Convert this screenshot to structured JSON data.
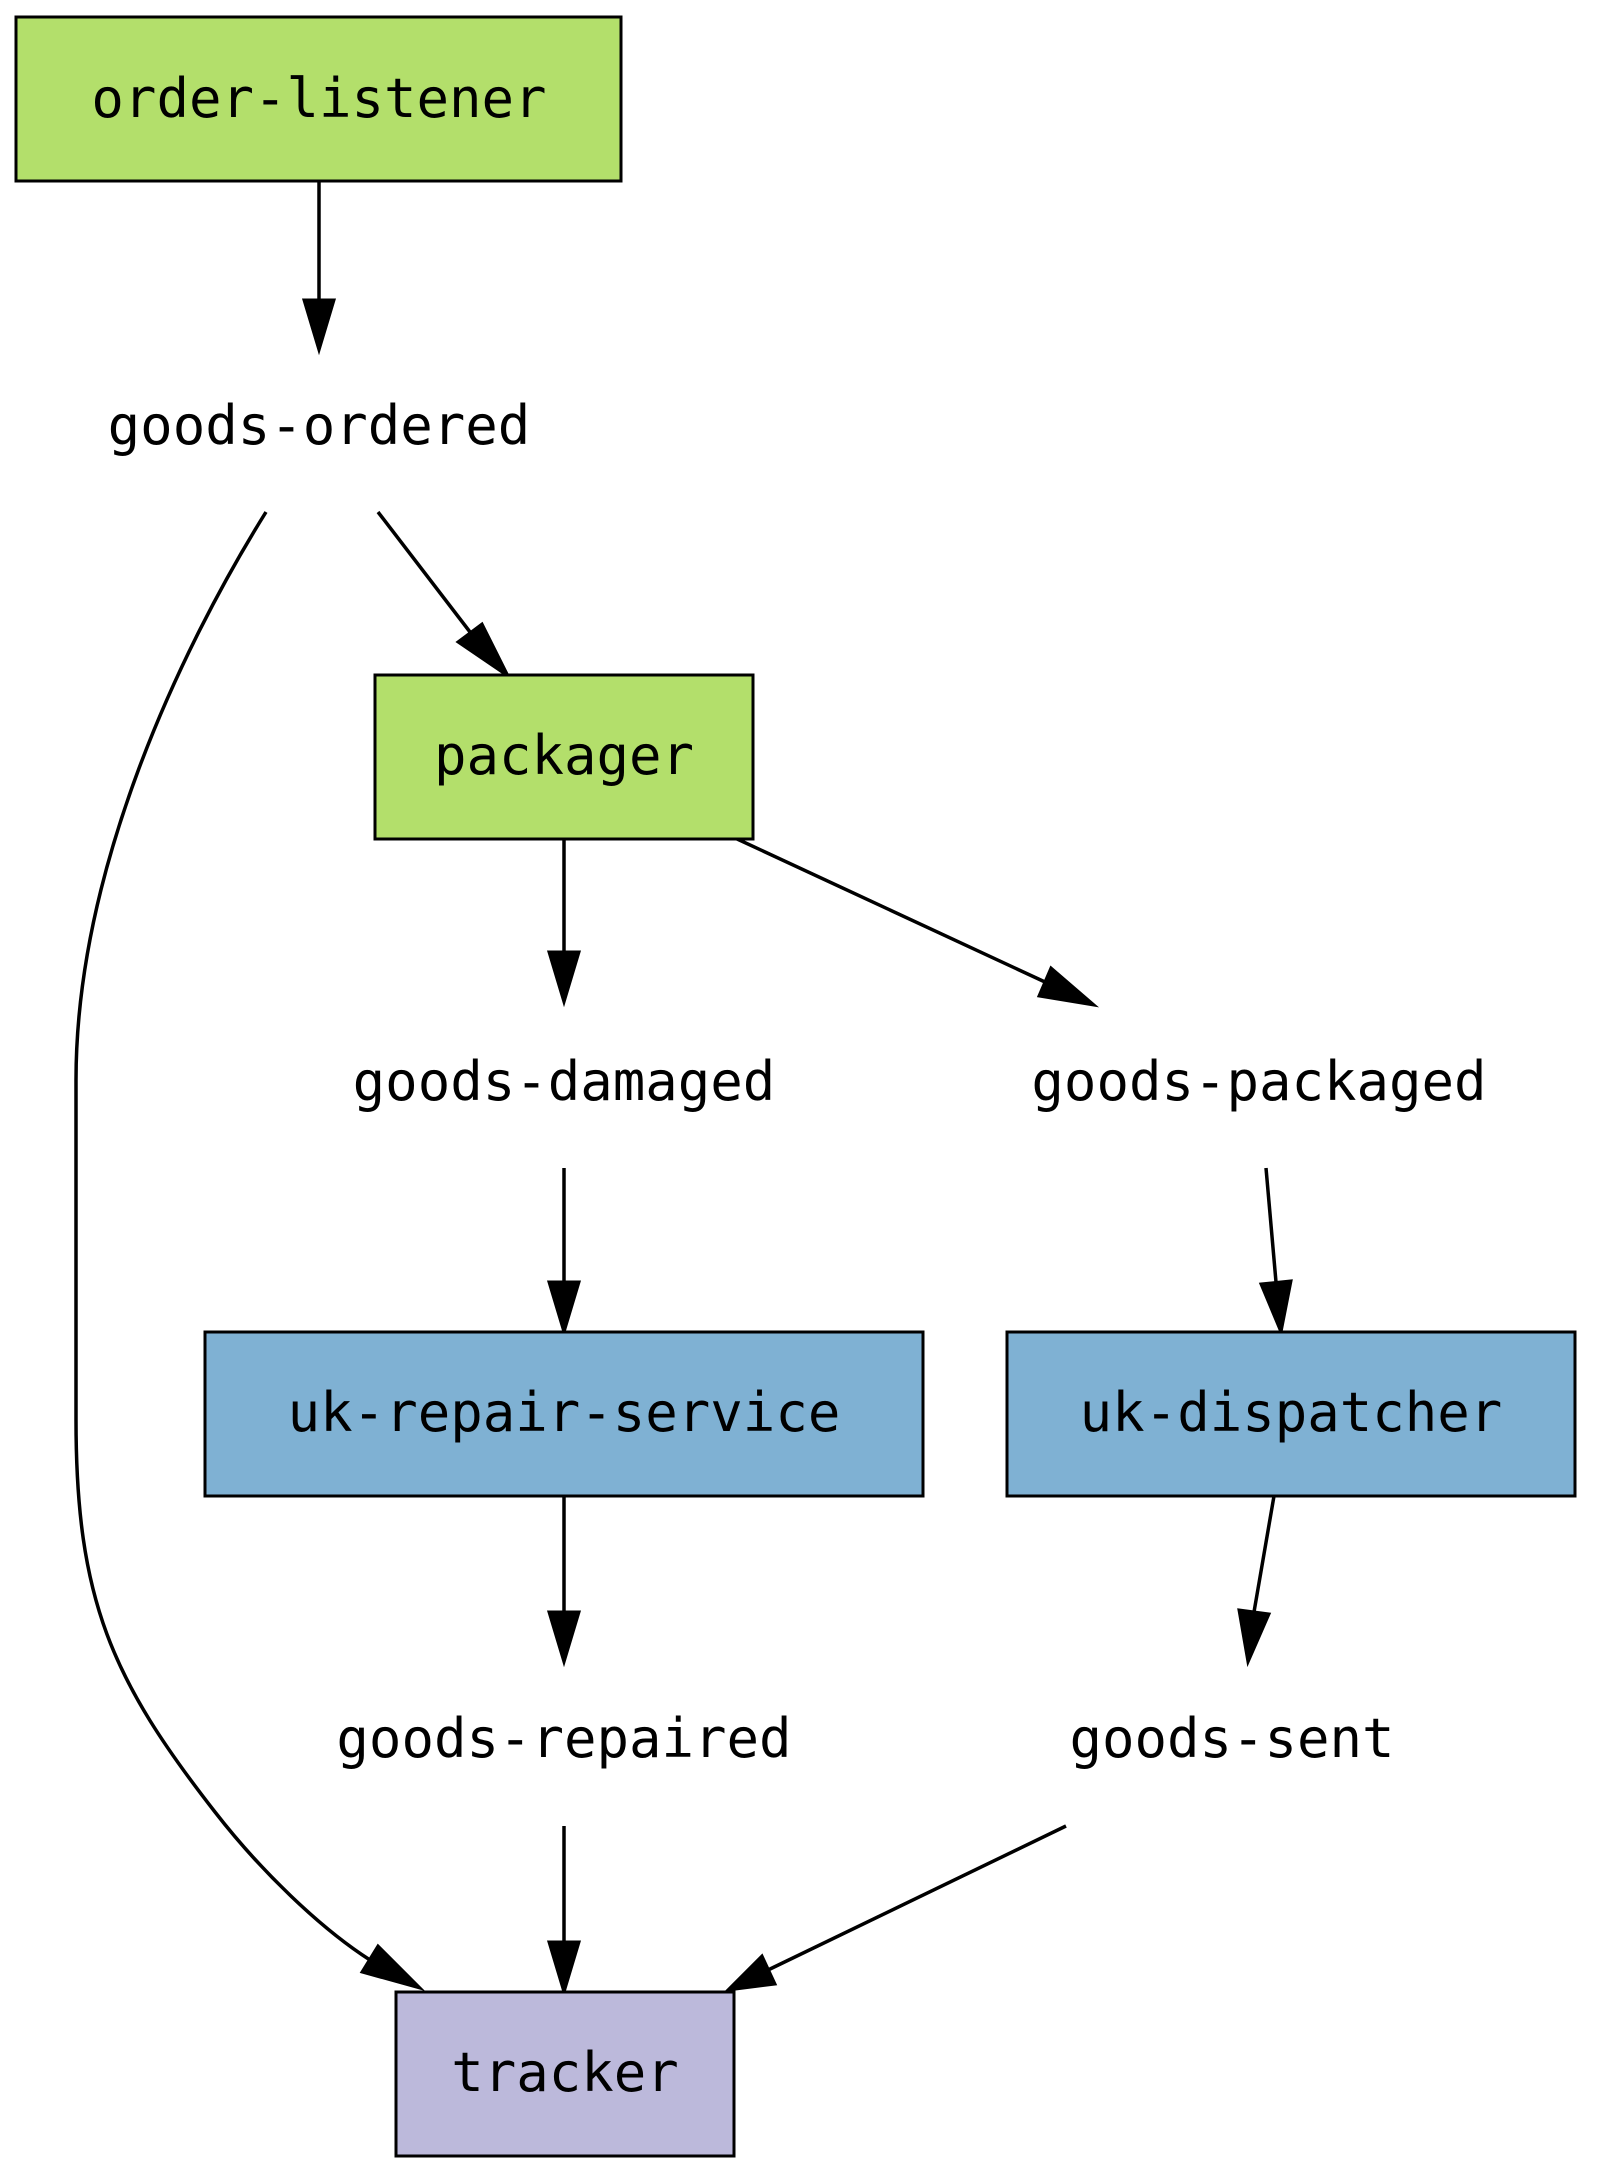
{
  "colors": {
    "producer_fill": "#b3df6b",
    "service_fill": "#7fb1d3",
    "sink_fill": "#bcb9db",
    "stroke": "#000000",
    "background": "#ffffff"
  },
  "services": {
    "order_listener": "order-listener",
    "packager": "packager",
    "uk_repair_service": "uk-repair-service",
    "uk_dispatcher": "uk-dispatcher",
    "tracker": "tracker"
  },
  "topics": {
    "goods_ordered": "goods-ordered",
    "goods_damaged": "goods-damaged",
    "goods_packaged": "goods-packaged",
    "goods_repaired": "goods-repaired",
    "goods_sent": "goods-sent"
  },
  "edges": [
    {
      "from": "order-listener",
      "to": "goods-ordered"
    },
    {
      "from": "goods-ordered",
      "to": "packager"
    },
    {
      "from": "goods-ordered",
      "to": "tracker"
    },
    {
      "from": "packager",
      "to": "goods-damaged"
    },
    {
      "from": "packager",
      "to": "goods-packaged"
    },
    {
      "from": "goods-damaged",
      "to": "uk-repair-service"
    },
    {
      "from": "goods-packaged",
      "to": "uk-dispatcher"
    },
    {
      "from": "uk-repair-service",
      "to": "goods-repaired"
    },
    {
      "from": "uk-dispatcher",
      "to": "goods-sent"
    },
    {
      "from": "goods-repaired",
      "to": "tracker"
    },
    {
      "from": "goods-sent",
      "to": "tracker"
    }
  ]
}
